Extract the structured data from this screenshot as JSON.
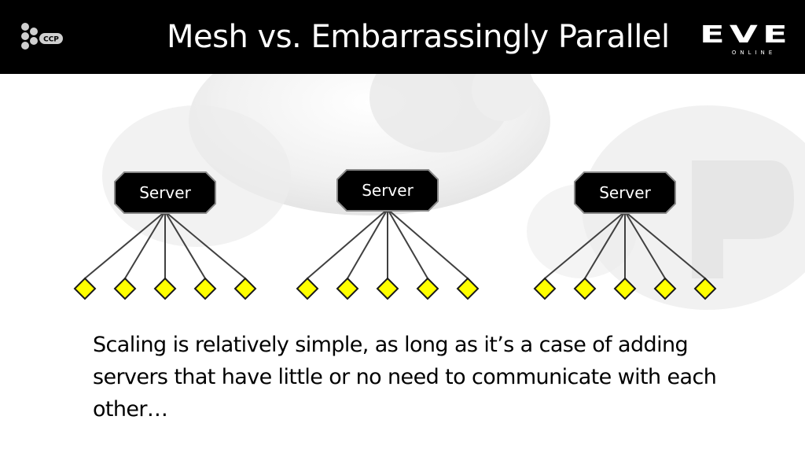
{
  "header": {
    "title": "Mesh vs. Embarrassingly Parallel",
    "ccp_logo": {
      "icon": "ccp-logo-icon",
      "text": "CCP"
    },
    "eve_logo": {
      "icon": "eve-online-logo-icon",
      "text": "EVE",
      "subtext": "ONLINE"
    }
  },
  "diagram": {
    "servers": [
      {
        "label": "Server",
        "client_count": 5
      },
      {
        "label": "Server",
        "client_count": 5
      },
      {
        "label": "Server",
        "client_count": 5
      }
    ],
    "colors": {
      "server_fill": "#000000",
      "server_text": "#ffffff",
      "client_fill": "#ffff00",
      "line": "#404040"
    }
  },
  "caption": "Scaling is relatively simple, as long as it’s a case of adding servers that have little or no need to communicate with each other…"
}
